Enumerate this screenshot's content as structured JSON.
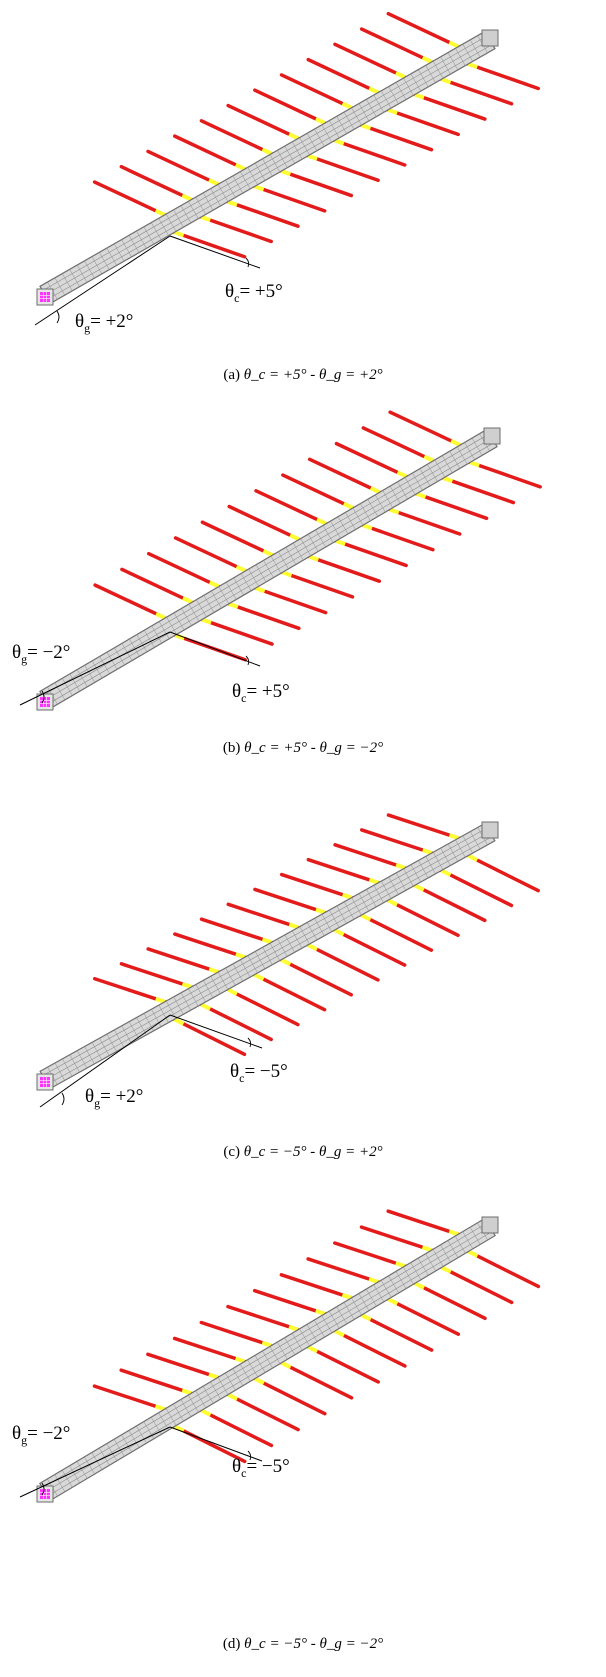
{
  "colors": {
    "rod": "#e31b1b",
    "connector": "#ffff33",
    "beam_fill": "#d9d9d9",
    "beam_grid": "#8c8c8c",
    "beam_edge": "#6e6e6e",
    "section": "#ff33ff",
    "line": "#000000"
  },
  "panels": [
    {
      "id": "a",
      "label_g": "θ",
      "sub_g": "g",
      "val_g": "= +2°",
      "label_c": "θ",
      "sub_c": "c",
      "val_c": "= +5°",
      "caption_prefix": "(a)",
      "caption_c": "θ_c = +5°",
      "caption_sep": "-",
      "caption_g": "θ_g = +2°"
    },
    {
      "id": "b",
      "label_g": "θ",
      "sub_g": "g",
      "val_g": "= −2°",
      "label_c": "θ",
      "sub_c": "c",
      "val_c": "= +5°",
      "caption_prefix": "(b)",
      "caption_c": "θ_c = +5°",
      "caption_sep": "-",
      "caption_g": "θ_g = −2°"
    },
    {
      "id": "c",
      "label_g": "θ",
      "sub_g": "g",
      "val_g": "= +2°",
      "label_c": "θ",
      "sub_c": "c",
      "val_c": "= −5°",
      "caption_prefix": "(c)",
      "caption_c": "θ_c = −5°",
      "caption_sep": "-",
      "caption_g": "θ_g = +2°"
    },
    {
      "id": "d",
      "label_g": "θ",
      "sub_g": "g",
      "val_g": "= −2°",
      "label_c": "θ",
      "sub_c": "c",
      "val_c": "= −5°",
      "caption_prefix": "(d)",
      "caption_c": "θ_c = −5°",
      "caption_sep": "-",
      "caption_g": "θ_g = −2°"
    }
  ]
}
